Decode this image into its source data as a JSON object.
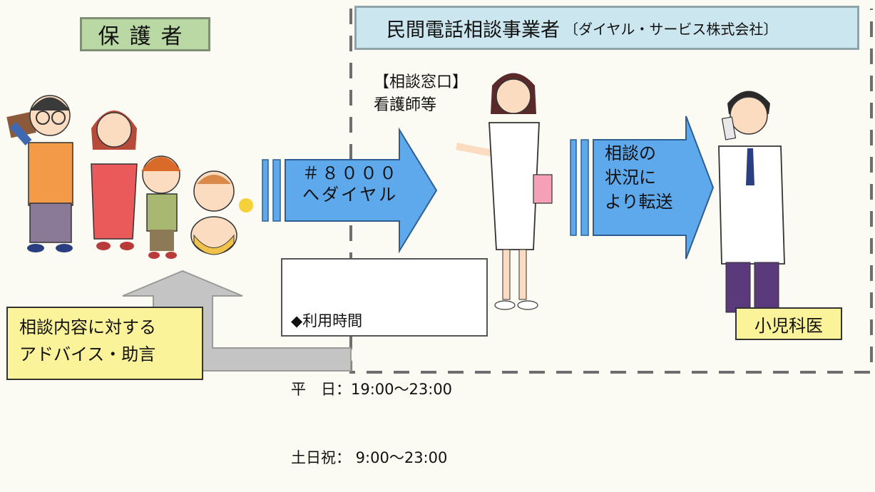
{
  "guardian_label": "保護者",
  "provider": {
    "title": "民間電話相談事業者",
    "subtitle": "〔ダイヤル・サービス株式会社〕"
  },
  "desk_label": "【相談窓口】\n看護師等",
  "call_arrow_text": "＃８０００\nへダイヤル",
  "transfer_arrow_text": "相談の\n状況に\nより転送",
  "hours": {
    "heading": "◆利用時間",
    "weekday": "平　日：19:00～23:00",
    "weekend": "土日祝： 9:00～23:00"
  },
  "advice_text": "相談内容に対する\nアドバイス・助言",
  "doctor_label": "小児科医",
  "colors": {
    "arrow_blue": "#5ea8ec",
    "arrow_gray": "#c4c4c4",
    "green_label": "#b9d8a4",
    "cyan_header": "#cbe6ee",
    "yellow_label": "#fbf39a"
  }
}
